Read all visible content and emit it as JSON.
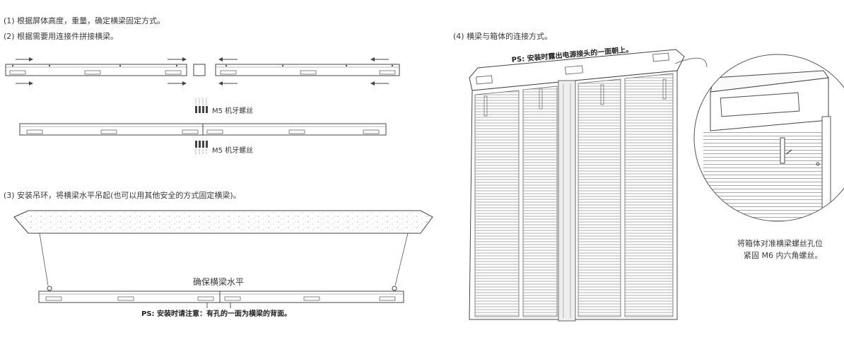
{
  "steps": {
    "step1": "(1) 根据屏体高度，重量，确定横梁固定方式。",
    "step2": "(2) 根据需要用连接件拼接横梁。",
    "step3": "(3) 安装吊环，将横梁水平吊起(也可以用其他安全的方式固定横梁)。",
    "step4": "(4) 横梁与箱体的连接方式。"
  },
  "labels": {
    "screw_top": "M5 机牙螺丝",
    "screw_bottom": "M5 机牙螺丝",
    "level_note": "确保横梁水平",
    "ps_back": "PS: 安装时请注意：有孔的一面为横梁的背面。",
    "ps_power": "PS: 安装时露出电源接头的一面朝上。",
    "align_line1": "将箱体对准横梁螺丝孔位",
    "align_line2": "紧固 M6 内六角螺丝。"
  }
}
